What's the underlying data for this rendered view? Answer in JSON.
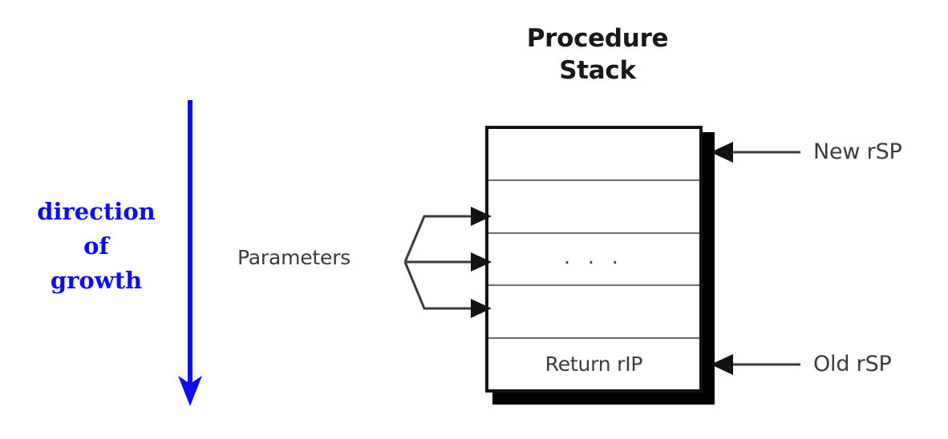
{
  "diagram": {
    "title_line1": "Procedure",
    "title_line2": "Stack",
    "growth": {
      "line1": "direction",
      "line2": "of",
      "line3": "growth",
      "color": "#0d0df0",
      "arrow_direction": "down"
    },
    "stack": {
      "rows": [
        {
          "label": "",
          "kind": "empty-slot"
        },
        {
          "label": "",
          "kind": "parameter-slot"
        },
        {
          "label": ". . .",
          "kind": "parameter-ellipsis"
        },
        {
          "label": "",
          "kind": "parameter-slot"
        },
        {
          "label": "Return rIP",
          "kind": "return-address"
        }
      ],
      "border_color": "#121212",
      "divider_color": "#6b6b6b",
      "shadow_color": "#000000",
      "fill_color": "#ffffff"
    },
    "parameters_label": "Parameters",
    "pointers": [
      {
        "label": "New rSP",
        "target_row": 0
      },
      {
        "label": "Old rSP",
        "target_row": 4
      }
    ]
  }
}
